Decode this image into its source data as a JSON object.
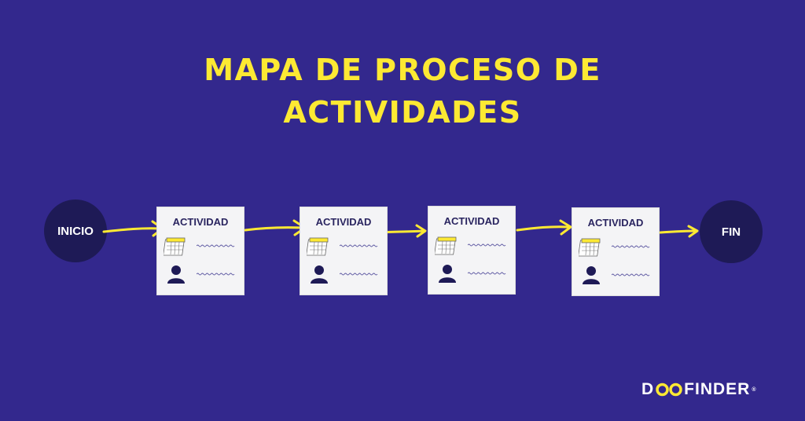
{
  "title": {
    "line1": "MAPA DE PROCESO DE",
    "line2": "ACTIVIDADES"
  },
  "start": {
    "label": "INICIO"
  },
  "end": {
    "label": "FIN"
  },
  "activities": [
    {
      "label": "ACTIVIDAD",
      "icons": [
        "calendar-icon",
        "user-icon"
      ]
    },
    {
      "label": "ACTIVIDAD",
      "icons": [
        "calendar-icon",
        "user-icon"
      ]
    },
    {
      "label": "ACTIVIDAD",
      "icons": [
        "calendar-icon",
        "user-icon"
      ]
    },
    {
      "label": "ACTIVIDAD",
      "icons": [
        "calendar-icon",
        "user-icon"
      ]
    }
  ],
  "logo": {
    "prefix": "D",
    "suffix": "FINDER",
    "mark": "®"
  },
  "colors": {
    "background": "#33288d",
    "accent": "#fde933",
    "node": "#1e1a56",
    "card": "#f4f4f6",
    "text_dark": "#2a2560"
  }
}
